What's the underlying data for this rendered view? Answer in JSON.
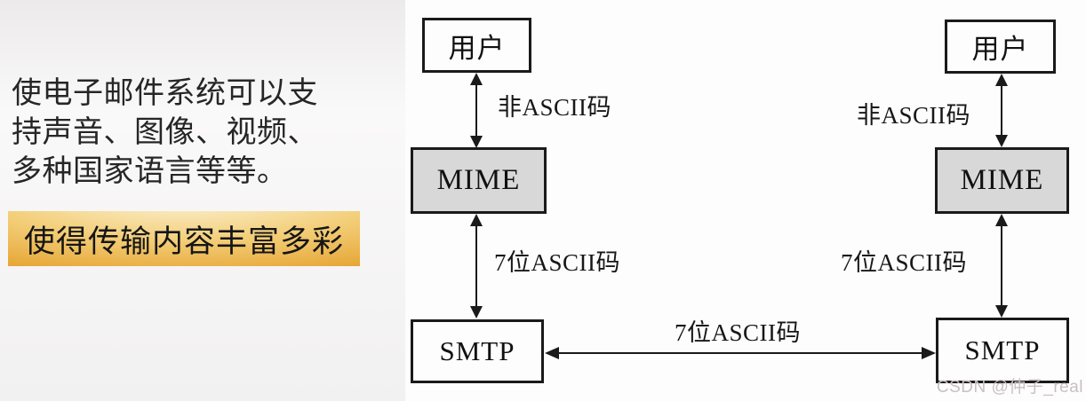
{
  "left_panel": {
    "line1": "使电子邮件系统可以支",
    "line2": "持声音、图像、视频、",
    "line3": "多种国家语言等等。",
    "highlight": "使得传输内容丰富多彩"
  },
  "diagram": {
    "left": {
      "user": "用户",
      "mime": "MIME",
      "smtp": "SMTP",
      "user_mime_label": "非ASCII码",
      "mime_smtp_label": "7位ASCII码"
    },
    "right": {
      "user": "用户",
      "mime": "MIME",
      "smtp": "SMTP",
      "user_mime_label": "非ASCII码",
      "mime_smtp_label": "7位ASCII码"
    },
    "smtp_link_label": "7位ASCII码"
  },
  "watermark": "CSDN @仲子_real",
  "colors": {
    "highlight_gold_edge": "#e5a22f",
    "highlight_gold_mid": "#f3cf7a",
    "highlight_gold_light": "#fcf3d8",
    "mime_fill": "#d8d8d8",
    "diagram_line": "#1a1a1a",
    "watermark_color": "#c9bfc4"
  }
}
